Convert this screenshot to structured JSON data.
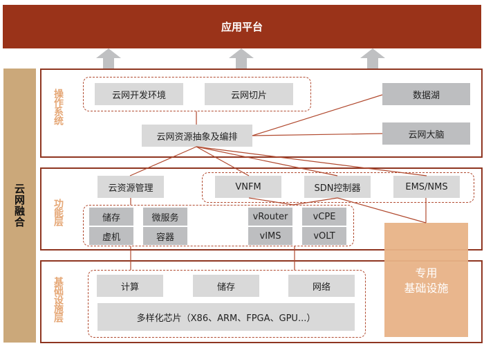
{
  "app_platform": "应用平台",
  "side_label": "云网融合",
  "colors": {
    "top_bar": "#9a3319",
    "layer_border": "#8e3520",
    "sidebar": "#cba87a",
    "layer_label": "#e5a776",
    "box_light": "#d9d9d9",
    "box_dark": "#bdbec0",
    "special_infra": "#e8b387",
    "connector": "#b0482d",
    "arrow": "#bfc0c2"
  },
  "arrows": [
    "arrow-up",
    "arrow-up",
    "arrow-up"
  ],
  "layers": {
    "os": {
      "label": "操作系统",
      "dashed_group": [
        "云网开发环境",
        "云网切片"
      ],
      "orchestrator": "云网资源抽象及编排",
      "right_boxes": [
        "数据湖",
        "云网大脑"
      ]
    },
    "function": {
      "label": "功能层",
      "cloud_resource_mgmt": "云资源管理",
      "network_mgmt": [
        "VNFM",
        "SDN控制器",
        "EMS/NMS"
      ],
      "cloud_functions": [
        "储存",
        "微服务",
        "虚机",
        "容器"
      ],
      "network_functions": [
        "vRouter",
        "vCPE",
        "vIMS",
        "vOLT"
      ]
    },
    "infra": {
      "label": "基础设施层",
      "resources": [
        "计算",
        "储存",
        "网络"
      ],
      "chips": "多样化芯片（X86、ARM、FPGA、GPU...）"
    }
  },
  "special_infra": {
    "line1": "专用",
    "line2": "基础设施"
  }
}
